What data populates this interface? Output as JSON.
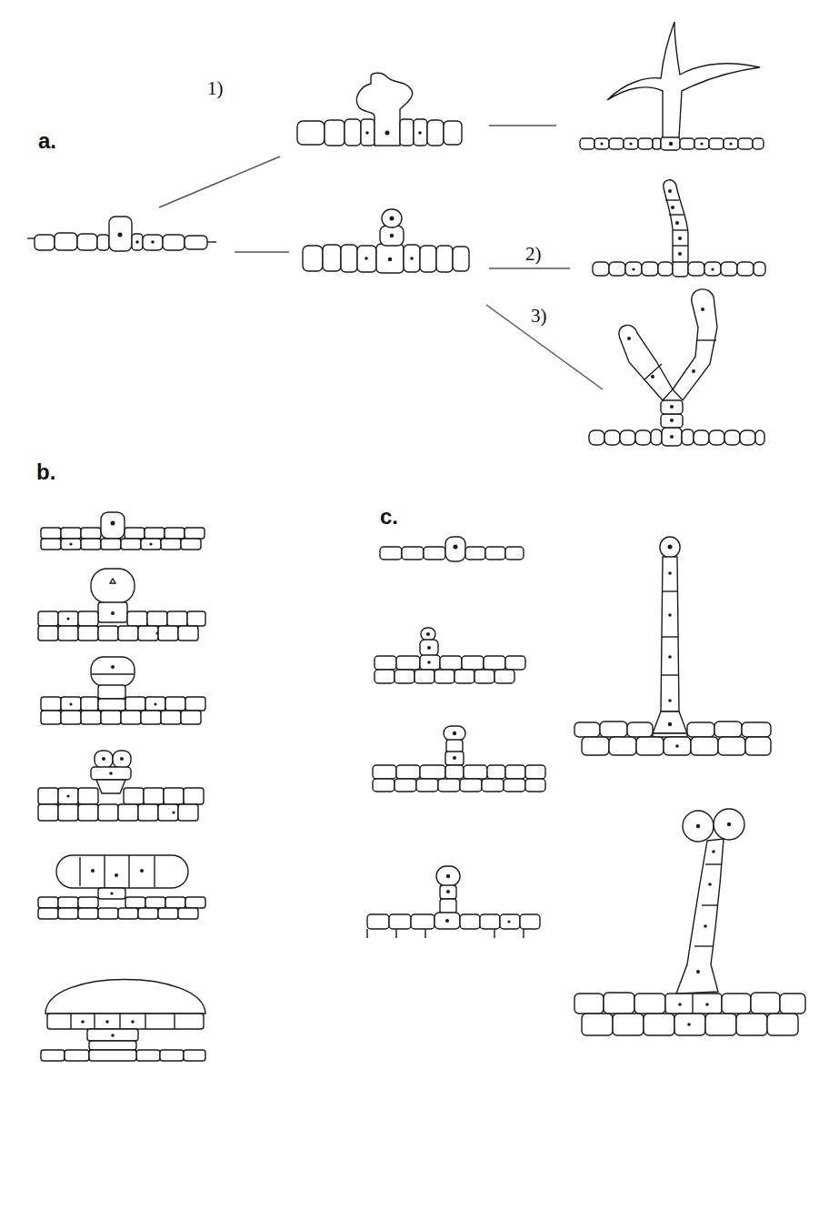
{
  "diagram": {
    "labels": [
      "1)",
      "a.",
      "2)",
      "3)",
      "b.",
      "c."
    ]
  }
}
